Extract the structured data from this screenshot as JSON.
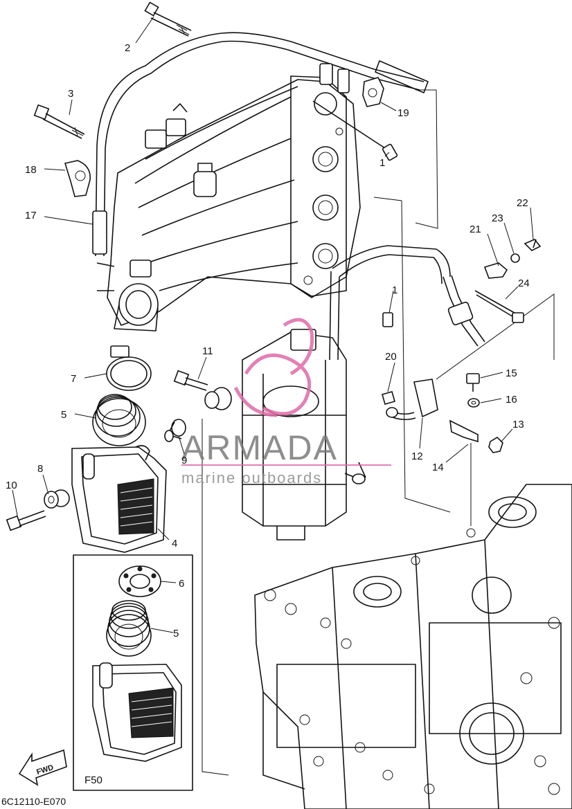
{
  "diagram_code": "6C12110-E070",
  "inset_label": "F50",
  "direction_label": "FWD",
  "watermark": {
    "title": "ARMADA",
    "subtitle": "marine outboards",
    "accent_color": "#e06aa8"
  },
  "callouts": {
    "p1a": "1",
    "p1b": "1",
    "p2": "2",
    "p3": "3",
    "p4": "4",
    "p5a": "5",
    "p5b": "5",
    "p6": "6",
    "p7": "7",
    "p8": "8",
    "p9": "9",
    "p10": "10",
    "p11": "11",
    "p12": "12",
    "p13": "13",
    "p14": "14",
    "p15": "15",
    "p16": "16",
    "p17": "17",
    "p18": "18",
    "p19": "19",
    "p20": "20",
    "p21": "21",
    "p22": "22",
    "p23": "23",
    "p24": "24"
  }
}
